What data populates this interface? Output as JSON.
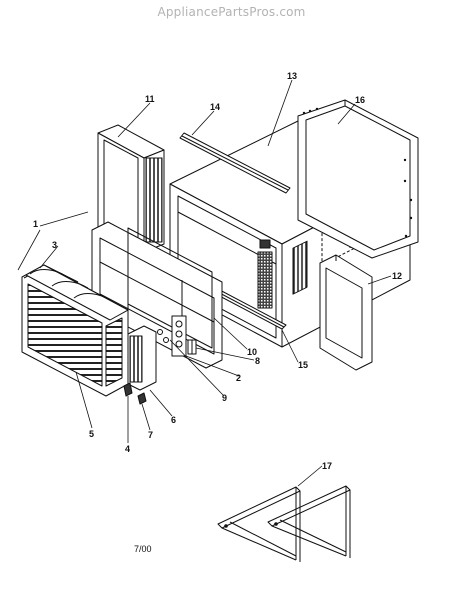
{
  "watermark": "AppliancePartsPros.com",
  "date_code": "7/00",
  "callouts": [
    "1",
    "2",
    "3",
    "4",
    "5",
    "6",
    "7",
    "8",
    "9",
    "10",
    "11",
    "12",
    "13",
    "14",
    "15",
    "16",
    "17"
  ]
}
